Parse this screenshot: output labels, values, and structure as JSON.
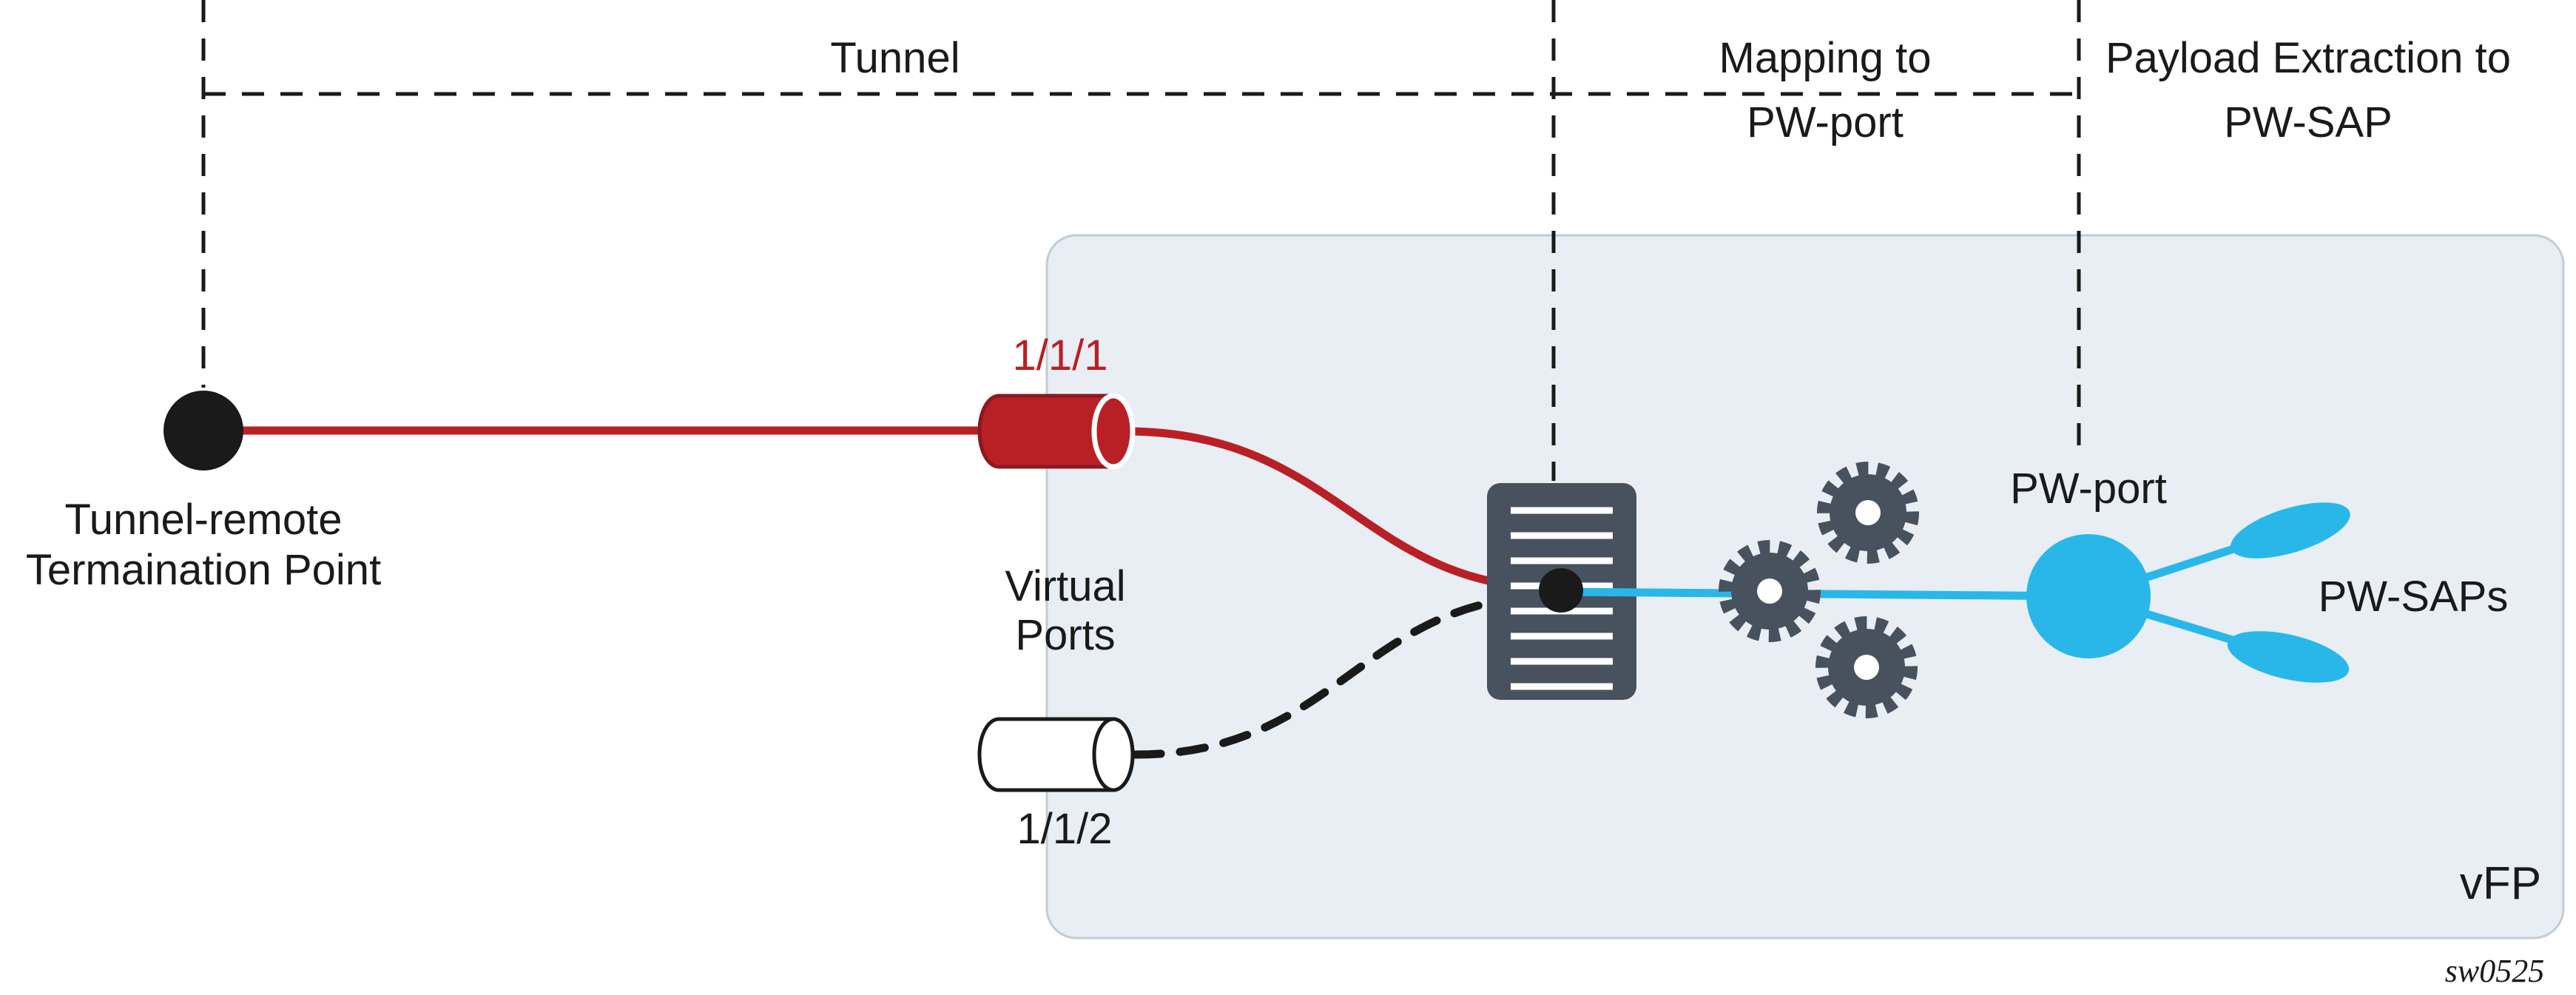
{
  "annotations": {
    "tunnel": "Tunnel",
    "mapping": {
      "line1": "Mapping to",
      "line2": "PW-port"
    },
    "payload": {
      "line1": "Payload Extraction to",
      "line2": "PW-SAP"
    }
  },
  "endpoint": {
    "line1": "Tunnel-remote",
    "line2": "Termaination Point"
  },
  "ports": {
    "virtual_label": {
      "line1": "Virtual",
      "line2": "Ports"
    },
    "red_port": "1/1/1",
    "white_port": "1/1/2"
  },
  "vfp": {
    "label": "vFP",
    "pw_port": "PW-port",
    "pw_saps": "PW-SAPs"
  },
  "figure_id": "sw0525",
  "icons": {
    "mapping_icon": "list-table-icon",
    "processing_icon": "gear-icon"
  },
  "colors": {
    "tunnel_red": "#b92025",
    "pw_cyan": "#29b7ea",
    "icon_slate": "#48525e",
    "vfp_fill": "#e8eef4",
    "vfp_border": "#c2ccd4",
    "text_black": "#1a1a1a"
  }
}
